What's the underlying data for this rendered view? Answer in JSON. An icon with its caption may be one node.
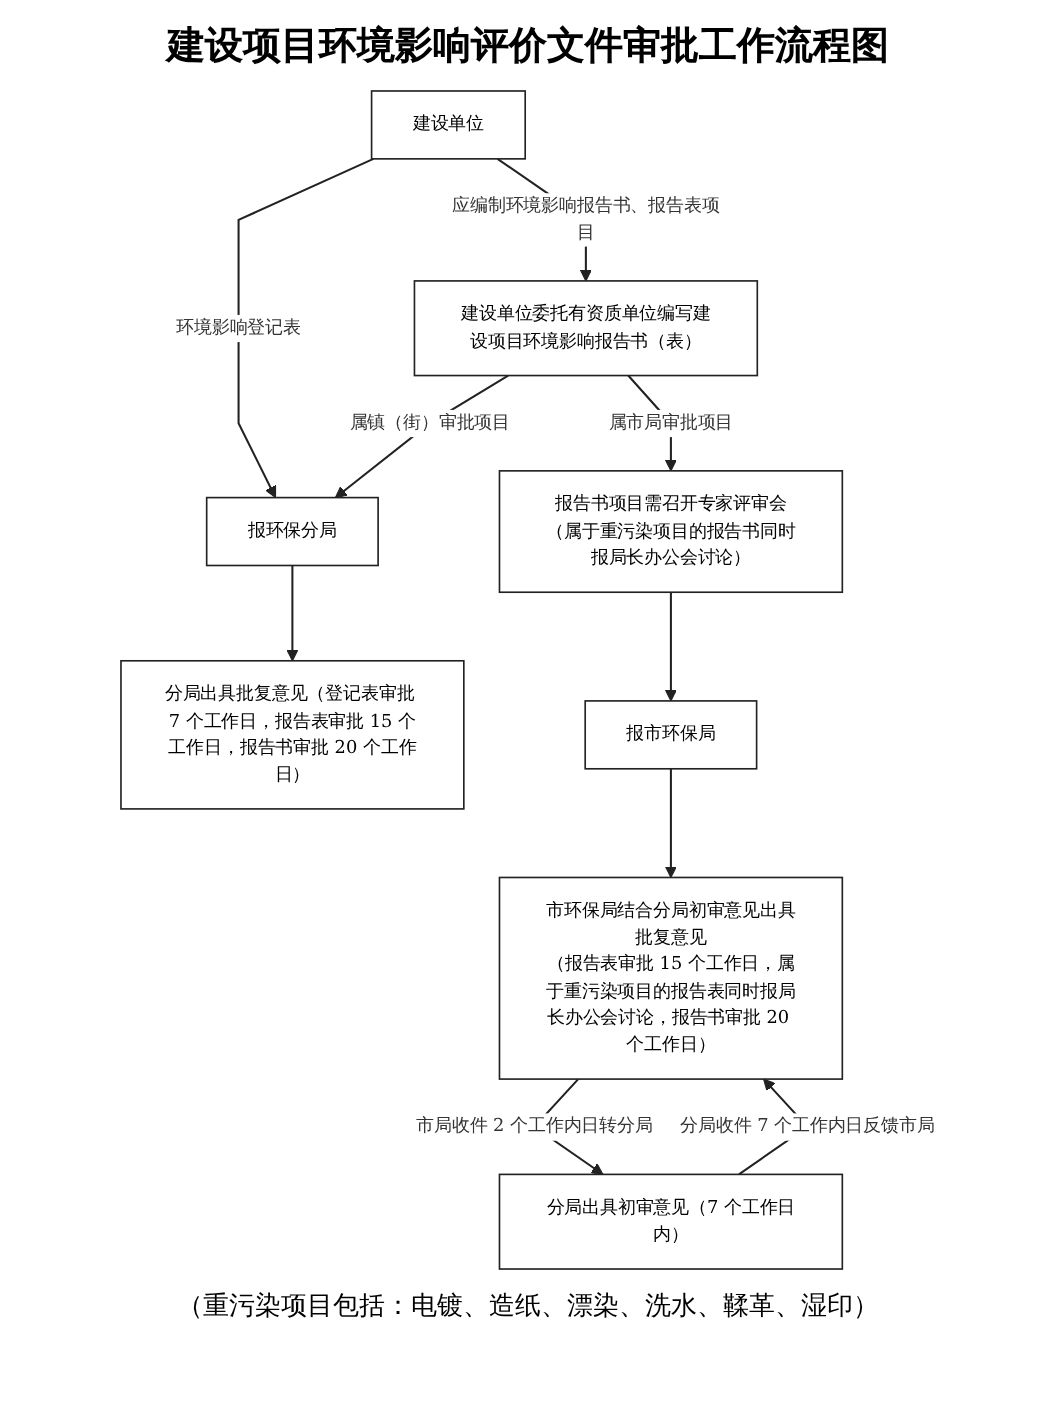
{
  "diagram": {
    "title": "建设项目环境影响评价文件审批工作流程图",
    "nodes": [
      {
        "text": [
          "建设单位"
        ]
      },
      {
        "text": [
          "建设单位委托有资质单位编写建设项目环境影响报告书（表）"
        ]
      },
      {
        "text": [
          "报环保分局"
        ]
      },
      {
        "text": [
          "报告书项目需召开专家评审会（属于重污染项目的报告书同时报局长办公会讨论）"
        ]
      },
      {
        "text": [
          "分局出具批复意见（登记表审批 7 个工作日，报告表审批 15 个工作日，报告书审批 20 个工作日）"
        ]
      },
      {
        "text": [
          "报市环保局"
        ]
      },
      {
        "text": [
          "市环保局结合分局初审意见出具批复意见",
          "（报告表审批 15 个工作日，属于重污染项目的报告表同时报局长办公会讨论，报告书审批 20 个工作日）"
        ]
      },
      {
        "text": [
          "分局出具初审意见（7 个工作日内）"
        ]
      }
    ],
    "edges": [
      {
        "from": 0,
        "to": 2,
        "arrow": "to",
        "label": "环境影响登记表"
      },
      {
        "from": 0,
        "to": 1,
        "arrow": "to",
        "label": "应编制环境影响报告书、报告表项目"
      },
      {
        "from": 1,
        "to": 2,
        "arrow": "to",
        "label": "属镇（街）审批项目"
      },
      {
        "from": 1,
        "to": 3,
        "arrow": "to",
        "label": "属市局审批项目"
      },
      {
        "from": 2,
        "to": 4,
        "arrow": "to"
      },
      {
        "from": 3,
        "to": 5,
        "arrow": "to"
      },
      {
        "from": 5,
        "to": 6,
        "arrow": "to"
      },
      {
        "from": 6,
        "to": 7,
        "arrow": "to",
        "label": "市局收件 2 个工作内日转分局"
      },
      {
        "from": 7,
        "to": 6,
        "arrow": "to",
        "label": "分局收件 7 个工作内日反馈市局"
      }
    ],
    "labels": [
      "（重污染项目包括：电镀、造纸、漂染、洗水、鞣革、湿印）"
    ]
  }
}
